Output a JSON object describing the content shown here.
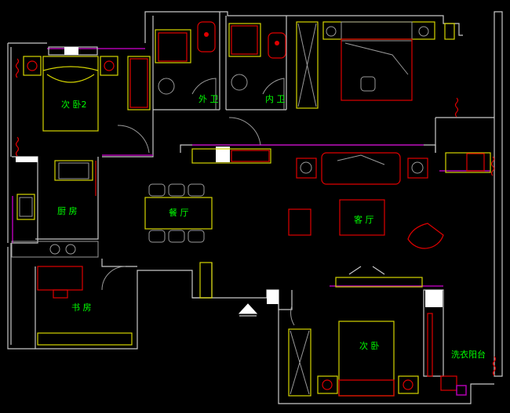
{
  "plan": {
    "rooms": {
      "bedroom2": "次 卧2",
      "outer_bath": "外 卫",
      "inner_bath": "内 卫",
      "kitchen": "厨 房",
      "dining": "餐 厅",
      "living": "客 厅",
      "study": "书 房",
      "bedroom": "次 卧",
      "laundry_balcony": "洗衣阳台"
    },
    "colors": {
      "background": "#000000",
      "walls": "#c8c8c8",
      "furniture": "#d4d400",
      "fixtures": "#e00000",
      "windows": "#b000b0",
      "labels": "#00ff00"
    }
  }
}
